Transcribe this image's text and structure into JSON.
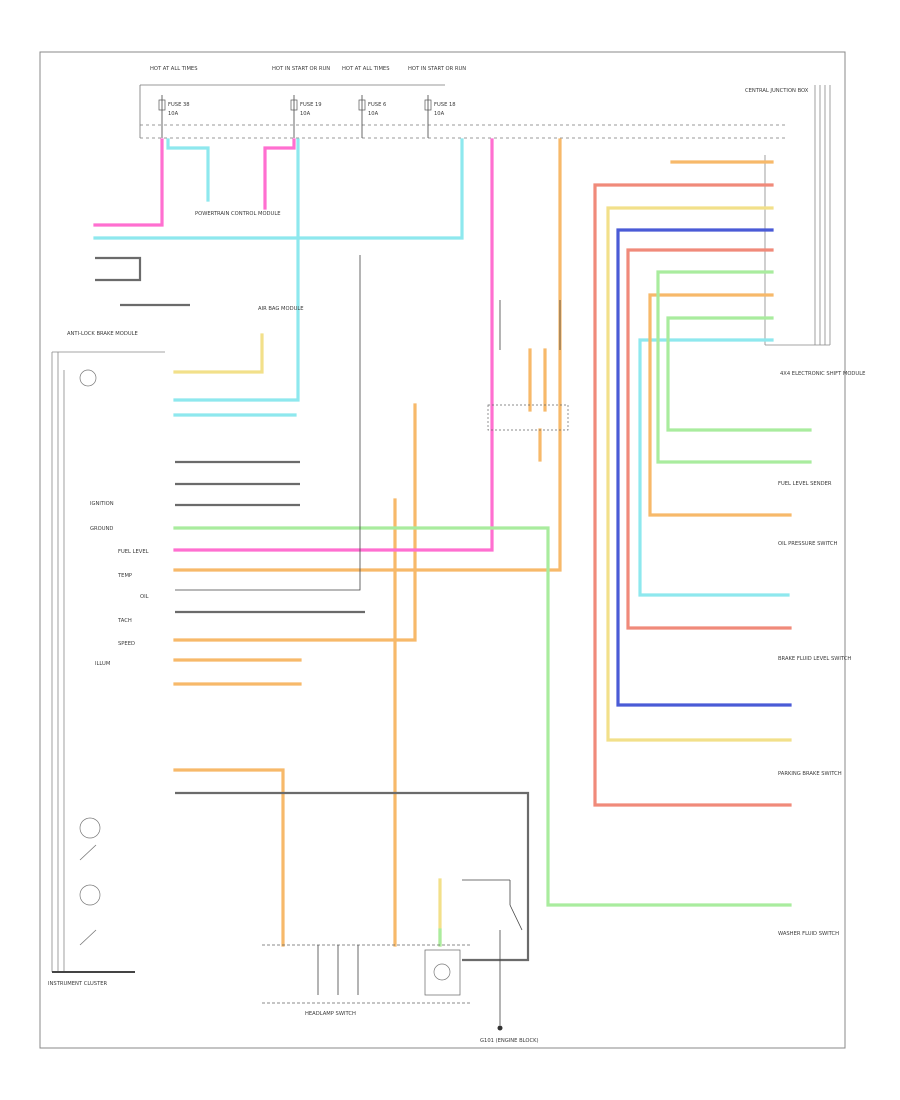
{
  "colors": {
    "pink": "#ff6fd0",
    "cyan": "#8ee8ee",
    "orange": "#f7b96a",
    "lightgreen": "#a9ec9e",
    "blue": "#4a5bd6",
    "salmon": "#f08a7a",
    "yellow": "#f2e08a",
    "black": "#666666",
    "gray": "#999999"
  },
  "labels": {
    "fuse_top": [
      "HOT AT ALL TIMES",
      "HOT IN START OR RUN",
      "HOT AT ALL TIMES",
      "HOT IN START OR RUN"
    ],
    "fuse_ids": [
      "FUSE 38",
      "FUSE 19",
      "FUSE 6",
      "FUSE 18"
    ],
    "fuse_amps": [
      "10A",
      "10A",
      "10A",
      "10A"
    ],
    "cjb": "CENTRAL JUNCTION BOX",
    "module_right": "4X4 ELECTRONIC SHIFT MODULE",
    "cluster": "INSTRUMENT CLUSTER",
    "ground_bottom": "G101 (ENGINE BLOCK)",
    "bottom_block": "HEADLAMP SWITCH",
    "ic_labels": [
      "IGNITION",
      "GROUND",
      "FUEL LEVEL",
      "TEMP",
      "OIL",
      "TACH",
      "SPEED",
      "ILLUM"
    ],
    "right_components": [
      "FUEL LEVEL SENDER",
      "OIL PRESSURE SWITCH",
      "BRAKE FLUID LEVEL SWITCH",
      "PARKING BRAKE SWITCH",
      "WASHER FLUID SWITCH"
    ],
    "left_components": [
      "ANTI-LOCK BRAKE MODULE",
      "AIR BAG MODULE",
      "POWERTRAIN CONTROL MODULE"
    ]
  }
}
